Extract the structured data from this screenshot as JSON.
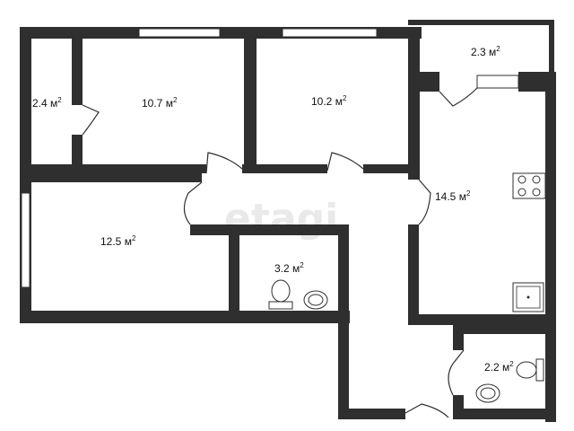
{
  "watermark": "etagi",
  "rooms": [
    {
      "id": "balcony-left",
      "area": "2.4",
      "unit": "м",
      "exp": "2"
    },
    {
      "id": "bedroom-1",
      "area": "10.7",
      "unit": "м",
      "exp": "2"
    },
    {
      "id": "bedroom-2",
      "area": "10.2",
      "unit": "м",
      "exp": "2"
    },
    {
      "id": "balcony-top",
      "area": "2.3",
      "unit": "м",
      "exp": "2"
    },
    {
      "id": "kitchen",
      "area": "14.5",
      "unit": "м",
      "exp": "2"
    },
    {
      "id": "living-room",
      "area": "12.5",
      "unit": "м",
      "exp": "2"
    },
    {
      "id": "bathroom",
      "area": "3.2",
      "unit": "м",
      "exp": "2"
    },
    {
      "id": "toilet",
      "area": "2.2",
      "unit": "м",
      "exp": "2"
    }
  ]
}
